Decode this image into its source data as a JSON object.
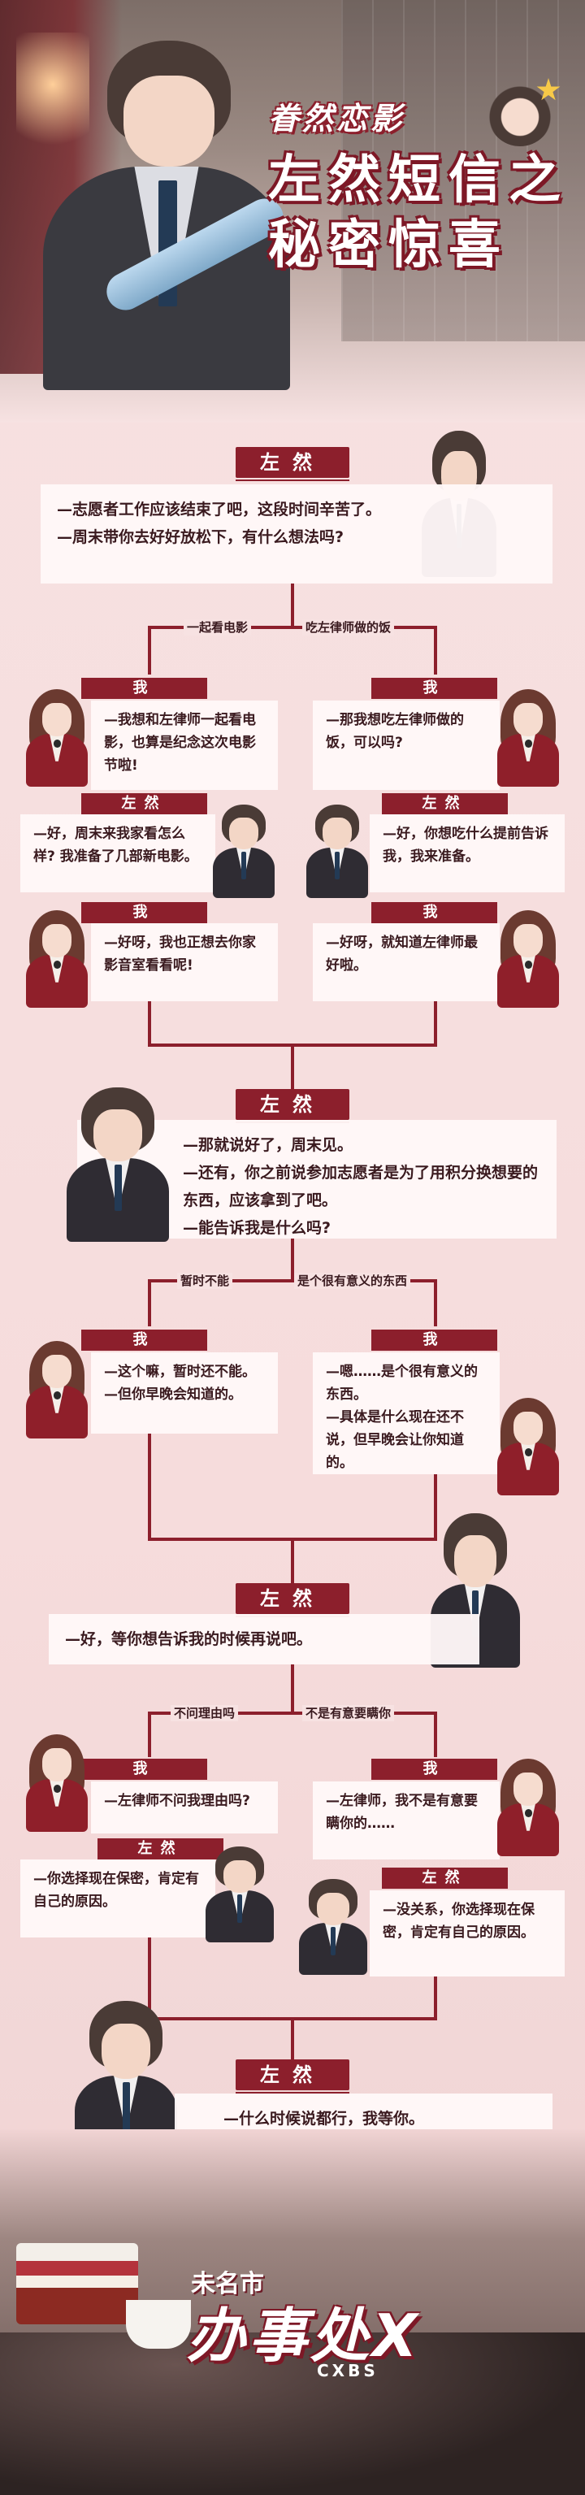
{
  "header": {
    "line1": "眷然恋影",
    "line2": "左然短信之",
    "line3": "秘密惊喜"
  },
  "names": {
    "zuoran": "左然",
    "me": "我"
  },
  "s1": {
    "lines": [
      "—志愿者工作应该结束了吧，这段时间辛苦了。",
      "—周末带你去好好放松下，有什么想法吗?"
    ],
    "choice_a": "一起看电影",
    "choice_b": "吃左律师做的饭"
  },
  "s1a": {
    "me1": [
      "—我想和左律师一起看电影，也算是纪念这次电影节啦!"
    ],
    "zr": [
      "—好，周末来我家看怎么样? 我准备了几部新电影。"
    ],
    "me2": [
      "—好呀，我也正想去你家影音室看看呢!"
    ]
  },
  "s1b": {
    "me1": [
      "—那我想吃左律师做的饭，可以吗?"
    ],
    "zr": [
      "—好，你想吃什么提前告诉我，我来准备。"
    ],
    "me2": [
      "—好呀，就知道左律师最好啦。"
    ]
  },
  "s2": {
    "lines": [
      "—那就说好了，周末见。",
      "—还有，你之前说参加志愿者是为了用积分换想要的东西，应该拿到了吧。",
      "—能告诉我是什么吗?"
    ],
    "choice_a": "暂时不能",
    "choice_b": "是个很有意义的东西"
  },
  "s2a": {
    "me": [
      "—这个嘛，暂时还不能。",
      "—但你早晚会知道的。"
    ]
  },
  "s2b": {
    "me": [
      "—嗯……是个很有意义的东西。",
      "—具体是什么现在还不说，但早晚会让你知道的。"
    ]
  },
  "s3": {
    "lines": [
      "—好，等你想告诉我的时候再说吧。"
    ],
    "choice_a": "不问理由吗",
    "choice_b": "不是有意要瞒你"
  },
  "s3a": {
    "me": [
      "—左律师不问我理由吗?"
    ],
    "zr": [
      "—你选择现在保密，肯定有自己的原因。"
    ]
  },
  "s3b": {
    "me": [
      "—左律师，我不是有意要瞒你的……"
    ],
    "zr": [
      "—没关系，你选择现在保密，肯定有自己的原因。"
    ]
  },
  "s4": {
    "lines": [
      "—什么时候说都行，我等你。"
    ]
  },
  "footer": {
    "logo_small": "未名市",
    "logo_big": "办事处X",
    "logo_sub": "CXBS"
  }
}
